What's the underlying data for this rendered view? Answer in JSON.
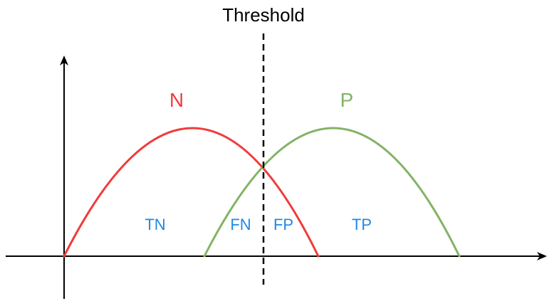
{
  "threshold_label": "Threshold",
  "curves": {
    "negative": {
      "label": "N",
      "color": "#f03c3c"
    },
    "positive": {
      "label": "P",
      "color": "#82b366"
    }
  },
  "regions": {
    "true_negative": "TN",
    "false_negative": "FN",
    "false_positive": "FP",
    "true_positive": "TP"
  },
  "colors": {
    "region_text": "#1e88e5",
    "axis": "#000000",
    "threshold_line": "#000000"
  }
}
